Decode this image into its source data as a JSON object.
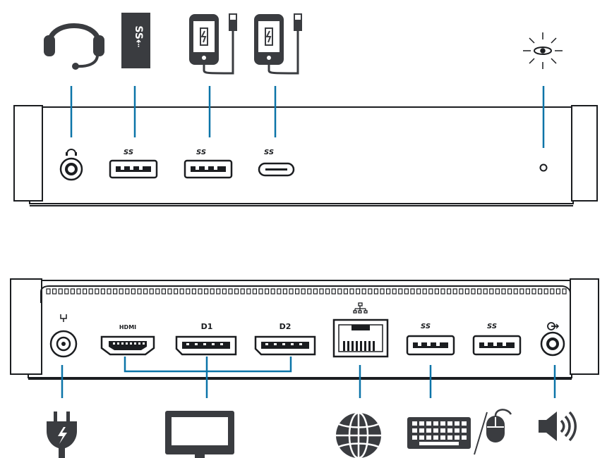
{
  "front_panel": {
    "usb_a_1_label": "SS",
    "usb_a_2_label": "SS",
    "usb_c_label": "SS"
  },
  "rear_panel": {
    "hdmi_label": "HDMI",
    "dp1_label": "D1",
    "dp2_label": "D2",
    "usb_a_3_label": "SS",
    "usb_a_4_label": "SS"
  },
  "colors": {
    "line": "#0b74a8",
    "device": "#1b1d20",
    "icon": "#3a3c40"
  },
  "icons": {
    "front": [
      "headset-icon",
      "usb-flash-drive-icon",
      "phone-charging-icon",
      "phone-charging-icon",
      "status-light-icon"
    ],
    "rear": [
      "power-plug-icon",
      "monitor-icon",
      "globe-icon",
      "keyboard-icon",
      "mouse-icon",
      "speaker-icon"
    ]
  }
}
